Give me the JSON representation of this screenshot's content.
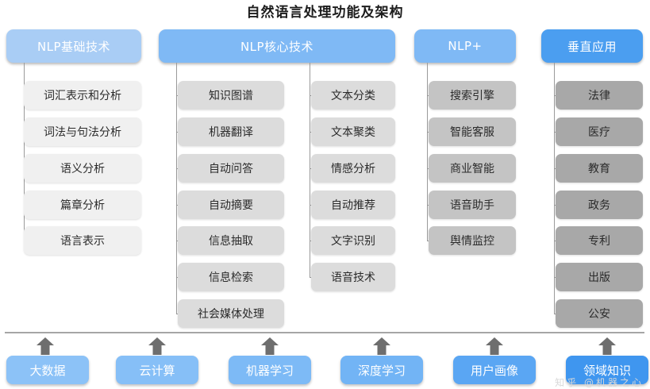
{
  "title": "自然语言处理功能及架构",
  "watermark": "知乎 @机器之心",
  "colors": {
    "header_1": "#a9cdf5",
    "header_2": "#7fb9f5",
    "header_3": "#7fb9f5",
    "header_4": "#4b9ef0",
    "node_col1": "#f0f0f0",
    "node_col2": "#dcdcdc",
    "node_col3": "#dcdcdc",
    "node_col4": "#c4c4c4",
    "node_col5": "#a8a8a8",
    "line": "#9a9a9a",
    "divider": "#a6a6a6",
    "arrow": "#6e6e6e",
    "title_text": "#1c1c1c"
  },
  "columns": [
    {
      "id": "nlp-basic",
      "header": "NLP基础技术",
      "header_color": "#a9cdf5",
      "node_color": "#f0f0f0",
      "items": [
        "词汇表示和分析",
        "词法与句法分析",
        "语义分析",
        "篇章分析",
        "语言表示"
      ]
    },
    {
      "id": "nlp-core-a",
      "header": "NLP核心技术",
      "header_color": "#7fb9f5",
      "node_color": "#dcdcdc",
      "items": [
        "知识图谱",
        "机器翻译",
        "自动问答",
        "自动摘要",
        "信息抽取",
        "信息检索",
        "社会媒体处理"
      ]
    },
    {
      "id": "nlp-core-b",
      "header": "",
      "header_color": "#7fb9f5",
      "node_color": "#dcdcdc",
      "items": [
        "文本分类",
        "文本聚类",
        "情感分析",
        "自动推荐",
        "文字识别",
        "语音技术"
      ]
    },
    {
      "id": "nlp-plus",
      "header": "NLP+",
      "header_color": "#7fb9f5",
      "node_color": "#c4c4c4",
      "items": [
        "搜索引擎",
        "智能客服",
        "商业智能",
        "语音助手",
        "舆情监控"
      ]
    },
    {
      "id": "vertical-app",
      "header": "垂直应用",
      "header_color": "#4b9ef0",
      "node_color": "#a8a8a8",
      "items": [
        "法律",
        "医疗",
        "教育",
        "政务",
        "专利",
        "出版",
        "公安"
      ]
    }
  ],
  "foundation": [
    {
      "label": "大数据",
      "color": "#8cc2f7"
    },
    {
      "label": "云计算",
      "color": "#86bff7"
    },
    {
      "label": "机器学习",
      "color": "#7dbaf6"
    },
    {
      "label": "深度学习",
      "color": "#72b4f5"
    },
    {
      "label": "用户画像",
      "color": "#5aa6f3"
    },
    {
      "label": "领域知识",
      "color": "#3f96ef"
    }
  ]
}
